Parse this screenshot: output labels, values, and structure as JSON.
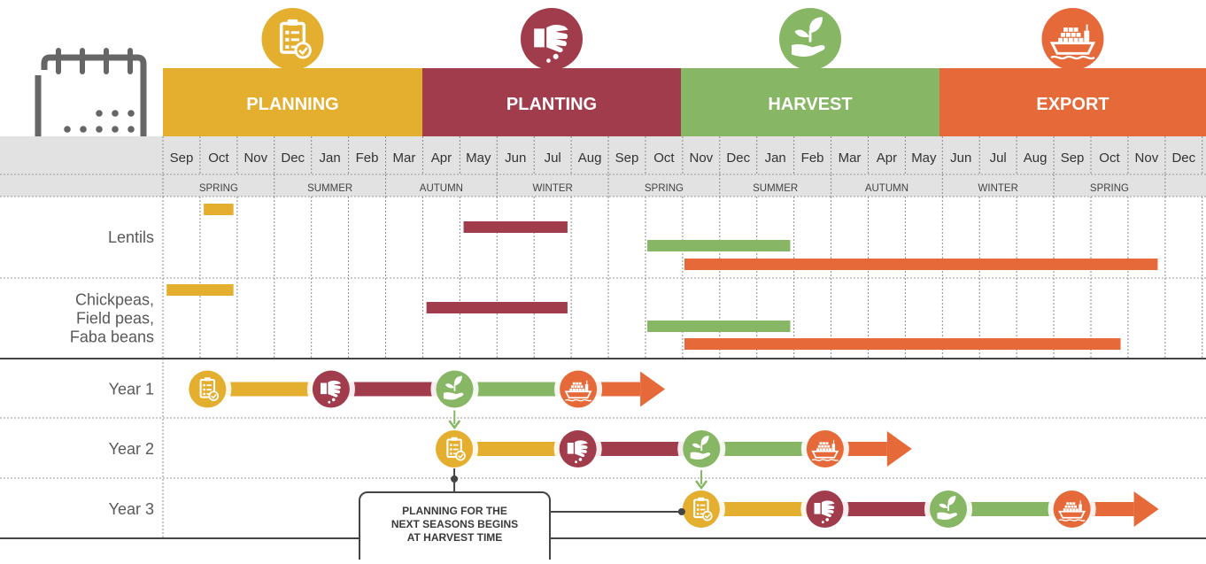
{
  "colors": {
    "planning": "#E4AE2F",
    "planting": "#A13C4C",
    "harvest": "#87B664",
    "export": "#E66A39",
    "header_bg": "#E2E2E2",
    "label_text": "#595959",
    "calendar_icon": "#666666"
  },
  "phases": [
    {
      "label": "PLANNING",
      "icon": "clipboard-icon",
      "key": "planning"
    },
    {
      "label": "PLANTING",
      "icon": "seed-hand-icon",
      "key": "planting"
    },
    {
      "label": "HARVEST",
      "icon": "sprout-hand-icon",
      "key": "harvest"
    },
    {
      "label": "EXPORT",
      "icon": "cargo-ship-icon",
      "key": "export"
    }
  ],
  "months": [
    "Sep",
    "Oct",
    "Nov",
    "Dec",
    "Jan",
    "Feb",
    "Mar",
    "Apr",
    "May",
    "Jun",
    "Jul",
    "Aug",
    "Sep",
    "Oct",
    "Nov",
    "Dec",
    "Jan",
    "Feb",
    "Mar",
    "Apr",
    "May",
    "Jun",
    "Jul",
    "Aug",
    "Sep",
    "Oct",
    "Nov",
    "Dec"
  ],
  "seasons": [
    {
      "label": "SPRING",
      "start": 0,
      "span": 3
    },
    {
      "label": "SUMMER",
      "start": 3,
      "span": 3
    },
    {
      "label": "AUTUMN",
      "start": 6,
      "span": 3
    },
    {
      "label": "WINTER",
      "start": 9,
      "span": 3
    },
    {
      "label": "SPRING",
      "start": 12,
      "span": 3
    },
    {
      "label": "SUMMER",
      "start": 15,
      "span": 3
    },
    {
      "label": "AUTUMN",
      "start": 18,
      "span": 3
    },
    {
      "label": "WINTER",
      "start": 21,
      "span": 3
    },
    {
      "label": "SPRING",
      "start": 24,
      "span": 3
    }
  ],
  "crops": [
    {
      "name": "Lentils",
      "bars": [
        {
          "phase": "planning",
          "start": 1.1,
          "end": 1.9
        },
        {
          "phase": "planting",
          "start": 8.1,
          "end": 10.9
        },
        {
          "phase": "harvest",
          "start": 13.05,
          "end": 16.9
        },
        {
          "phase": "export",
          "start": 14.05,
          "end": 26.8
        }
      ]
    },
    {
      "name": "Chickpeas,\nField peas,\nFaba beans",
      "bars": [
        {
          "phase": "planning",
          "start": 0.1,
          "end": 1.9
        },
        {
          "phase": "planting",
          "start": 7.1,
          "end": 10.9
        },
        {
          "phase": "harvest",
          "start": 13.05,
          "end": 16.9
        },
        {
          "phase": "export",
          "start": 14.05,
          "end": 25.8
        }
      ]
    }
  ],
  "years": [
    {
      "label": "Year 1",
      "start": 1.2
    },
    {
      "label": "Year 2",
      "start": 7.85
    },
    {
      "label": "Year 3",
      "start": 14.5
    }
  ],
  "callout": {
    "lines": [
      "PLANNING FOR THE",
      "NEXT SEASONS BEGINS",
      "AT HARVEST TIME"
    ]
  }
}
